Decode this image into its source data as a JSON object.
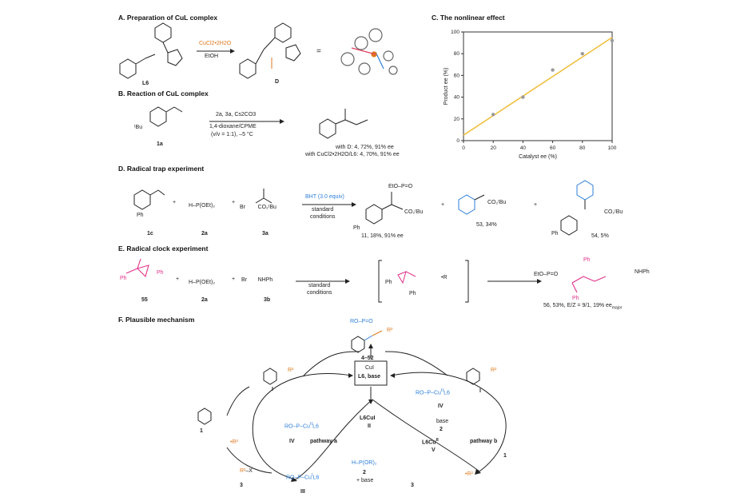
{
  "sections": {
    "A": "A. Preparation of CuL complex",
    "B": "B. Reaction of CuL complex",
    "C": "C. The nonlinear effect",
    "D": "D. Radical trap experiment",
    "E": "E. Radical clock experiment",
    "F": "F. Plausible mechanism"
  },
  "panelA": {
    "ligand_label": "L6",
    "complex_label": "D",
    "reagent": "CuCl2•2H2O",
    "solvent": "EtOH",
    "equals": "="
  },
  "panelB": {
    "substrate_label": "1a",
    "reagents": "2a, 3a, Cs2CO3",
    "solvent": "1,4-dioxane/CPME",
    "ratio": "(v/v = 1:1), –5 °C",
    "result1": "with D: 4, 72%, 91% ee",
    "result2": "with CuCl2•2H2O/L6: 4, 70%, 91% ee"
  },
  "panelD": {
    "label_1c": "1c",
    "label_2a": "2a",
    "label_3a": "3a",
    "reagent": "BHT (3.0 equiv)",
    "cond1": "standard",
    "cond2": "conditions",
    "product11": "11, 18%, 91% ee",
    "product53": "53, 34%",
    "product54": "54, 5%"
  },
  "panelE": {
    "label_55": "55",
    "label_2a": "2a",
    "label_3b": "3b",
    "cond1": "standard",
    "cond2": "conditions",
    "product56": "56, 53%, E/Z = 9/1, 19% ee",
    "ee_sub": "major"
  },
  "panelF": {
    "products": "4–52",
    "catalyst_box": "CuI",
    "catalyst_box2": "L6, base",
    "center": "L6CuI",
    "center_num": "II",
    "int_I": "I",
    "int_IV": "IV",
    "int_III": "III",
    "int_V": "V",
    "pathway_a": "pathway a",
    "pathway_b": "pathway b",
    "base": "base",
    "plus_base": "+ base",
    "num1": "1",
    "num2": "2",
    "num3": "3"
  },
  "chart_data": {
    "type": "scatter",
    "title": "C. The nonlinear effect",
    "xlabel": "Catalyst ee (%)",
    "ylabel": "Product ee (%)",
    "xlim": [
      0,
      100
    ],
    "ylim": [
      0,
      100
    ],
    "xticks": [
      0,
      20,
      40,
      60,
      80,
      100
    ],
    "yticks": [
      0,
      20,
      40,
      60,
      80,
      100
    ],
    "x": [
      20,
      40,
      60,
      80,
      100
    ],
    "y": [
      24,
      40,
      65,
      80,
      92
    ],
    "fit_line": {
      "x": [
        0,
        100
      ],
      "y": [
        5,
        95
      ]
    },
    "point_color": "#9a9a9a",
    "line_color": "#f0c040"
  }
}
